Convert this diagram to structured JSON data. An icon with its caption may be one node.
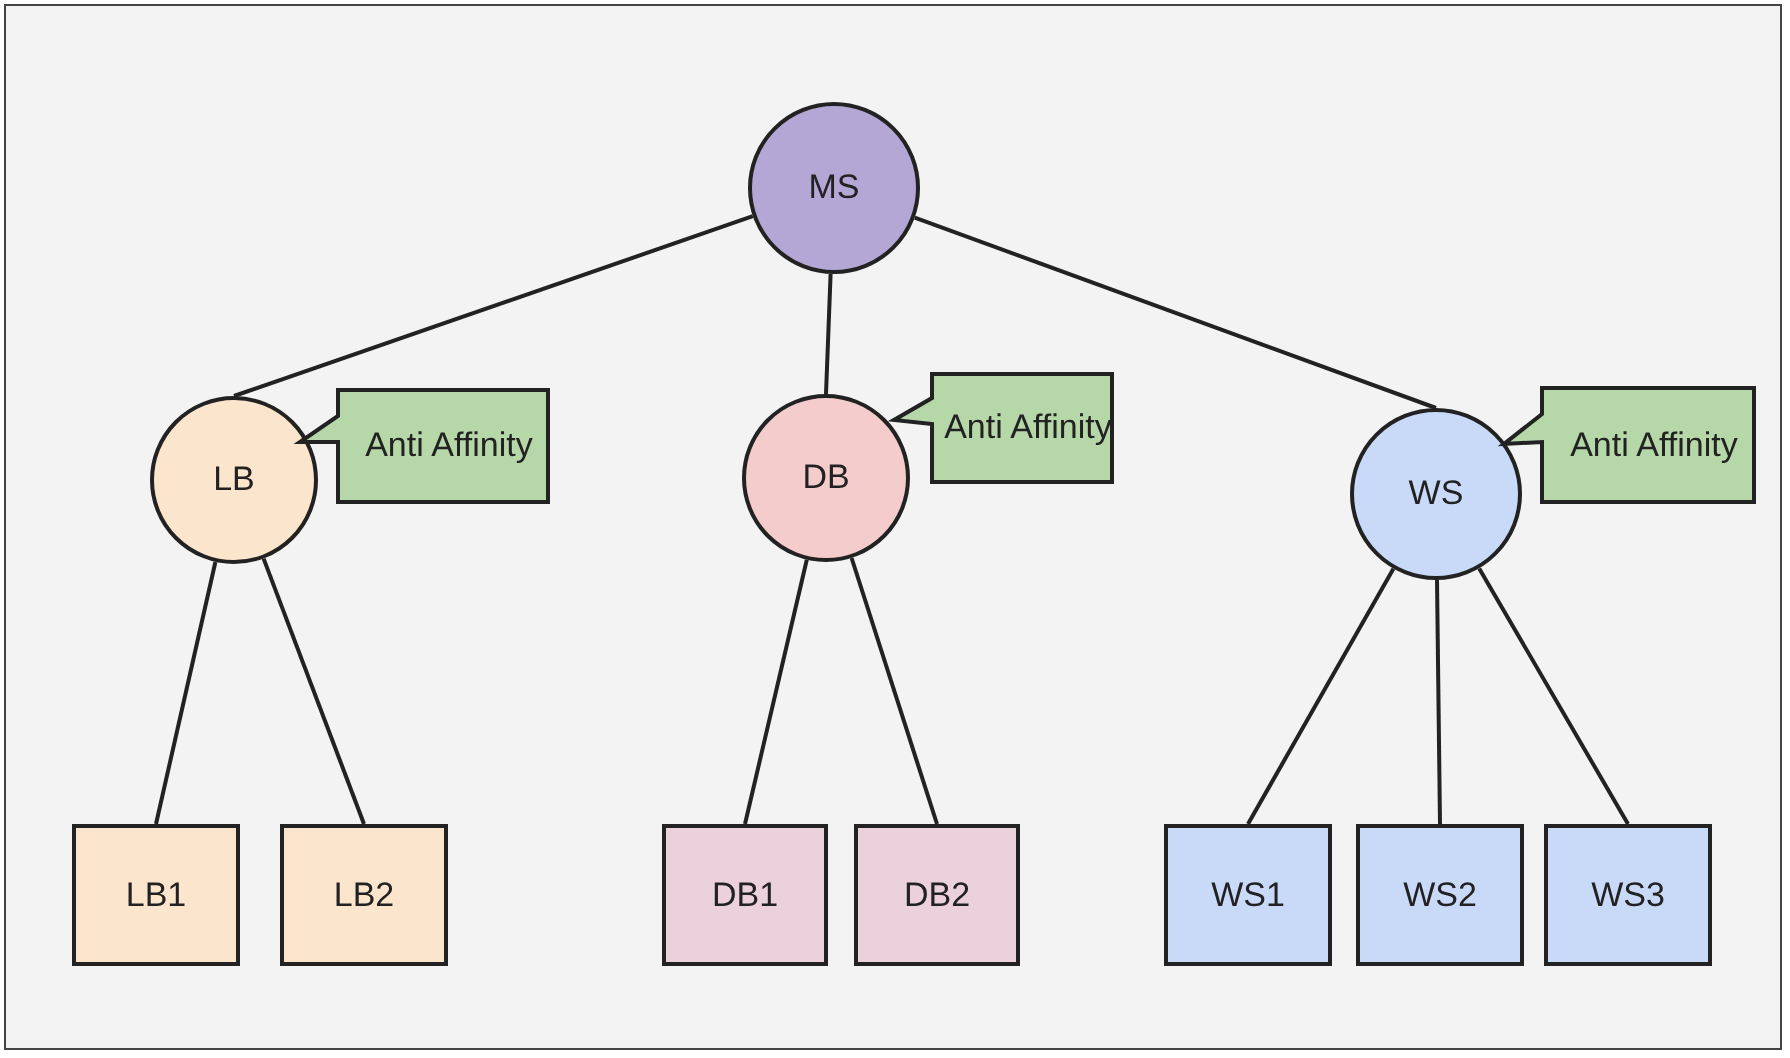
{
  "diagram": {
    "nodes": [
      {
        "text": [
          "MS"
        ]
      },
      {
        "text": [
          "LB"
        ]
      },
      {
        "text": [
          "Anti Affinity"
        ]
      },
      {
        "text": [
          "DB"
        ]
      },
      {
        "text": [
          "Anti Affinity"
        ]
      },
      {
        "text": [
          "WS"
        ]
      },
      {
        "text": [
          "Anti Affinity"
        ]
      },
      {
        "text": [
          "LB1"
        ]
      },
      {
        "text": [
          "LB2"
        ]
      },
      {
        "text": [
          "DB1"
        ]
      },
      {
        "text": [
          "DB2"
        ]
      },
      {
        "text": [
          "WS1"
        ]
      },
      {
        "text": [
          "WS2"
        ]
      },
      {
        "text": [
          "WS3"
        ]
      }
    ],
    "edges": [
      {
        "from": 0,
        "to": 1,
        "arrow": "none"
      },
      {
        "from": 0,
        "to": 3,
        "arrow": "none"
      },
      {
        "from": 0,
        "to": 5,
        "arrow": "none"
      },
      {
        "from": 1,
        "to": 7,
        "arrow": "none"
      },
      {
        "from": 1,
        "to": 8,
        "arrow": "none"
      },
      {
        "from": 3,
        "to": 9,
        "arrow": "none"
      },
      {
        "from": 3,
        "to": 10,
        "arrow": "none"
      },
      {
        "from": 5,
        "to": 11,
        "arrow": "none"
      },
      {
        "from": 5,
        "to": 12,
        "arrow": "none"
      },
      {
        "from": 5,
        "to": 13,
        "arrow": "none"
      }
    ]
  }
}
